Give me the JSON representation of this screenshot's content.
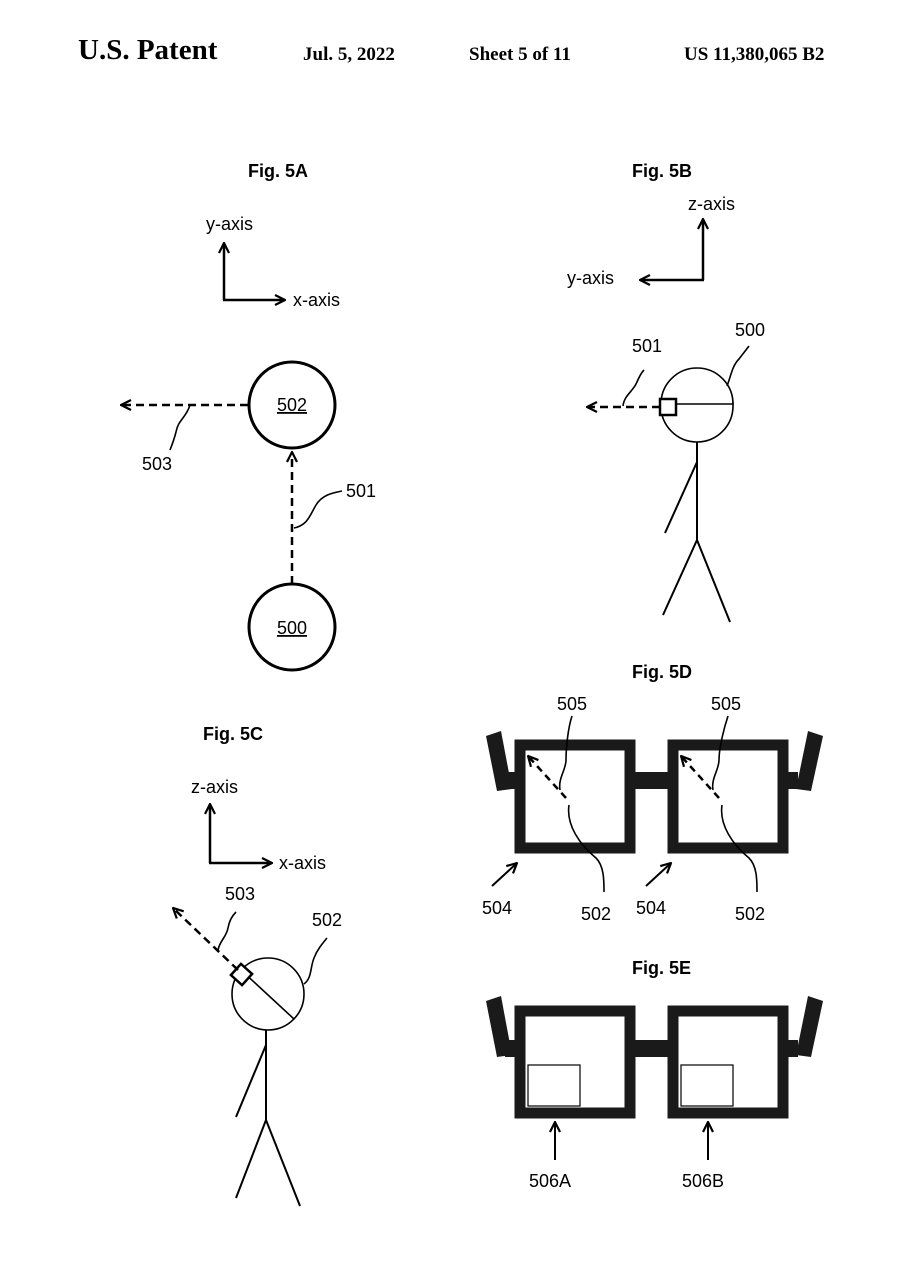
{
  "header": {
    "left": "U.S. Patent",
    "date": "Jul. 5, 2022",
    "sheet": "Sheet 5 of 11",
    "patent_no": "US 11,380,065 B2"
  },
  "fig5a": {
    "title": "Fig. 5A",
    "y_axis": "y-axis",
    "x_axis": "x-axis",
    "circle_top": "502",
    "circle_bottom": "500",
    "ref_503": "503",
    "ref_501": "501"
  },
  "fig5b": {
    "title": "Fig. 5B",
    "z_axis": "z-axis",
    "y_axis": "y-axis",
    "ref_501": "501",
    "ref_500": "500"
  },
  "fig5c": {
    "title": "Fig. 5C",
    "z_axis": "z-axis",
    "x_axis": "x-axis",
    "ref_503": "503",
    "ref_502": "502"
  },
  "fig5d": {
    "title": "Fig. 5D",
    "ref_505_left": "505",
    "ref_505_right": "505",
    "ref_504_left": "504",
    "ref_502_left": "502",
    "ref_504_right": "504",
    "ref_502_right": "502"
  },
  "fig5e": {
    "title": "Fig. 5E",
    "ref_506a": "506A",
    "ref_506b": "506B"
  }
}
